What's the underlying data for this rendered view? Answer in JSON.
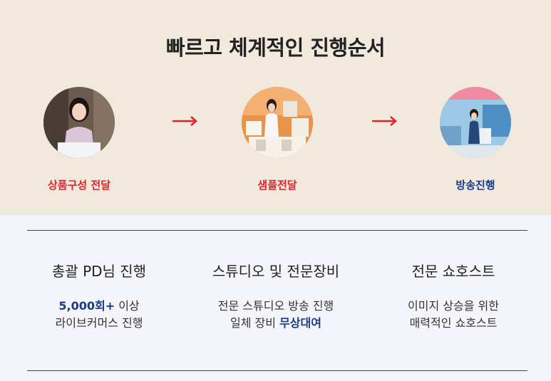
{
  "title": "빠르고 체계적인 진행순서",
  "steps": [
    {
      "label": "상품구성 전달",
      "color": "#e3232c"
    },
    {
      "label": "샘플전달",
      "color": "#e3232c"
    },
    {
      "label": "방송진행",
      "color": "#1b3a8a"
    }
  ],
  "arrow_color": "#e3232c",
  "features": [
    {
      "title": "총괄 PD님 진행",
      "line1_highlight": "5,000회+",
      "line1_rest": " 이상",
      "line2": "라이브커머스 진행"
    },
    {
      "title": "스튜디오 및 전문장비",
      "line1": "전문 스튜디오 방송 진행",
      "line2_rest": "일체 장비 ",
      "line2_highlight": "무상대여"
    },
    {
      "title": "전문 쇼호스트",
      "line1": "이미지 상승을 위한",
      "line2": "매력적인 쇼호스트"
    }
  ]
}
